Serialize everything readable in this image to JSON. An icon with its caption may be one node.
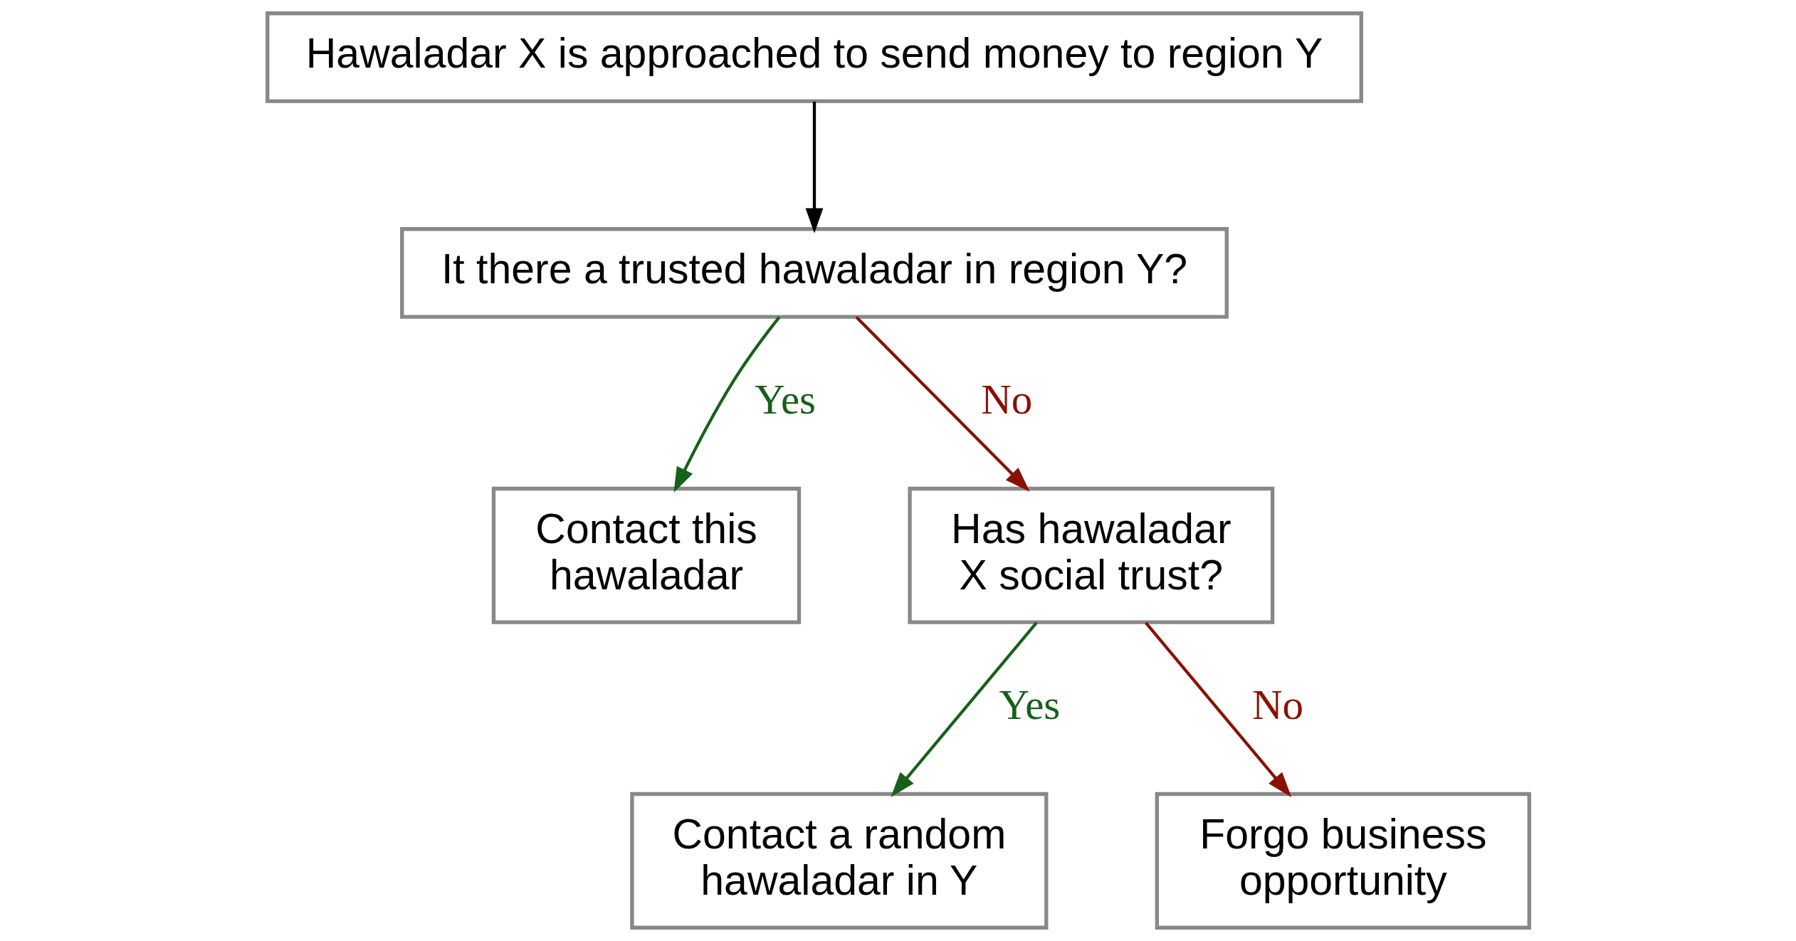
{
  "diagram": {
    "nodes": [
      {
        "text": [
          "Hawaladar X is approached to send money to region Y"
        ]
      },
      {
        "text": [
          "It there a trusted hawaladar in region Y?"
        ]
      },
      {
        "text": [
          "Contact this hawaladar"
        ]
      },
      {
        "text": [
          "Has hawaladar X social trust?"
        ]
      },
      {
        "text": [
          "Contact a random hawaladar in Y"
        ]
      },
      {
        "text": [
          "Forgo business opportunity"
        ]
      }
    ],
    "edges": [
      {
        "from": 0,
        "to": 1,
        "arrow": "to",
        "color": "#000000"
      },
      {
        "from": 1,
        "to": 2,
        "arrow": "to",
        "label": "Yes",
        "color": "#17601a"
      },
      {
        "from": 1,
        "to": 3,
        "arrow": "to",
        "label": "No",
        "color": "#8a1000"
      },
      {
        "from": 3,
        "to": 4,
        "arrow": "to",
        "label": "Yes",
        "color": "#17601a"
      },
      {
        "from": 3,
        "to": 5,
        "arrow": "to",
        "label": "No",
        "color": "#8a1000"
      }
    ]
  }
}
